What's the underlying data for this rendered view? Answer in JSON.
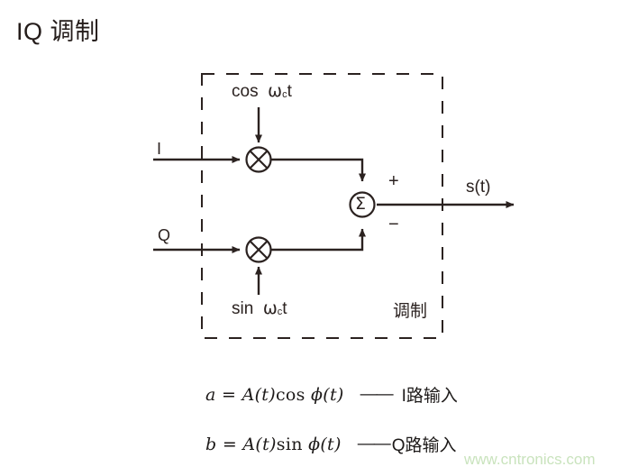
{
  "page": {
    "title": "IQ 调制",
    "background_color": "#ffffff",
    "line_color": "#2b2220"
  },
  "diagram": {
    "name": "iq-modulator-block-diagram",
    "dashed_box_label": "调制",
    "carriers": {
      "cos": {
        "prefix": "cos",
        "omega": "ω",
        "subscript": "c",
        "suffix": "t"
      },
      "sin": {
        "prefix": "sin",
        "omega": "ω",
        "subscript": "c",
        "suffix": "t"
      }
    },
    "inputs": [
      {
        "label": "I",
        "branch": "in-phase"
      },
      {
        "label": "Q",
        "branch": "quadrature"
      }
    ],
    "summation": {
      "symbol": "Σ",
      "top_sign": "+",
      "bottom_sign": "−"
    },
    "multiplier_symbol": "⊗",
    "output_label": "s(t)"
  },
  "equations": [
    {
      "lhs": "a",
      "equals": "=",
      "amplitude": "A(t)",
      "trig": "cos",
      "phase": "ϕ(t)",
      "dash": "——",
      "note": "I路输入"
    },
    {
      "lhs": "b",
      "equals": "=",
      "amplitude": "A(t)",
      "trig": "sin",
      "phase": "ϕ(t)",
      "dash": "——",
      "note": "Q路输入"
    }
  ],
  "watermark": {
    "text": "www.cntronics.com",
    "color": "#c9e3bd"
  }
}
